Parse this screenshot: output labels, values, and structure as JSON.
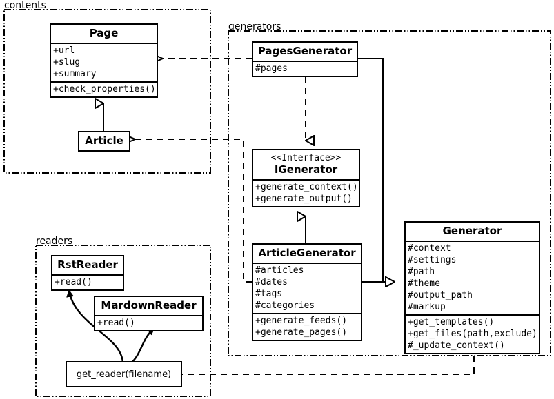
{
  "diagram": {
    "type": "uml-class-diagram",
    "packages": [
      {
        "id": "contents",
        "label": "contents"
      },
      {
        "id": "generators",
        "label": "generators"
      },
      {
        "id": "readers",
        "label": "readers"
      }
    ],
    "classes": [
      {
        "id": "page",
        "name": "Page",
        "package": "contents",
        "attributes": [
          "+url",
          "+slug",
          "+summary"
        ],
        "methods": [
          "+check_properties()"
        ]
      },
      {
        "id": "article",
        "name": "Article",
        "package": "contents",
        "attributes": [],
        "methods": []
      },
      {
        "id": "pages-generator",
        "name": "PagesGenerator",
        "package": "generators",
        "attributes": [
          "#pages"
        ],
        "methods": []
      },
      {
        "id": "igenerator",
        "name": "IGenerator",
        "stereotype": "<<Interface>>",
        "package": "generators",
        "attributes": [],
        "methods": [
          "+generate_context()",
          "+generate_output()"
        ]
      },
      {
        "id": "article-generator",
        "name": "ArticleGenerator",
        "package": "generators",
        "attributes": [
          "#articles",
          "#dates",
          "#tags",
          "#categories"
        ],
        "methods": [
          "+generate_feeds()",
          "+generate_pages()"
        ]
      },
      {
        "id": "generator",
        "name": "Generator",
        "package": "generators",
        "attributes": [
          "#context",
          "#settings",
          "#path",
          "#theme",
          "#output_path",
          "#markup"
        ],
        "methods": [
          "+get_templates()",
          "+get_files(path,exclude)",
          "#_update_context()"
        ]
      },
      {
        "id": "rst-reader",
        "name": "RstReader",
        "package": "readers",
        "attributes": [],
        "methods": [
          "+read()"
        ]
      },
      {
        "id": "mardown-reader",
        "name": "MardownReader",
        "package": "readers",
        "attributes": [],
        "methods": [
          "+read()"
        ]
      }
    ],
    "functions": [
      {
        "id": "get-reader",
        "label": "get_reader(filename)",
        "package": "readers"
      }
    ],
    "relations": [
      {
        "from": "article",
        "to": "page",
        "type": "generalization"
      },
      {
        "from": "pages-generator",
        "to": "igenerator",
        "type": "realization"
      },
      {
        "from": "article-generator",
        "to": "igenerator",
        "type": "generalization"
      },
      {
        "from": "pages-generator",
        "to": "generator",
        "type": "generalization"
      },
      {
        "from": "article-generator",
        "to": "generator",
        "type": "generalization"
      },
      {
        "from": "pages-generator",
        "to": "page",
        "type": "dependency"
      },
      {
        "from": "article-generator",
        "to": "article",
        "type": "dependency"
      },
      {
        "from": "generator",
        "to": "get-reader",
        "type": "dependency"
      },
      {
        "from": "get-reader",
        "to": "rst-reader",
        "type": "creates"
      },
      {
        "from": "get-reader",
        "to": "mardown-reader",
        "type": "creates"
      }
    ],
    "colors": {
      "stroke": "#000000",
      "fill": "#ffffff"
    }
  }
}
